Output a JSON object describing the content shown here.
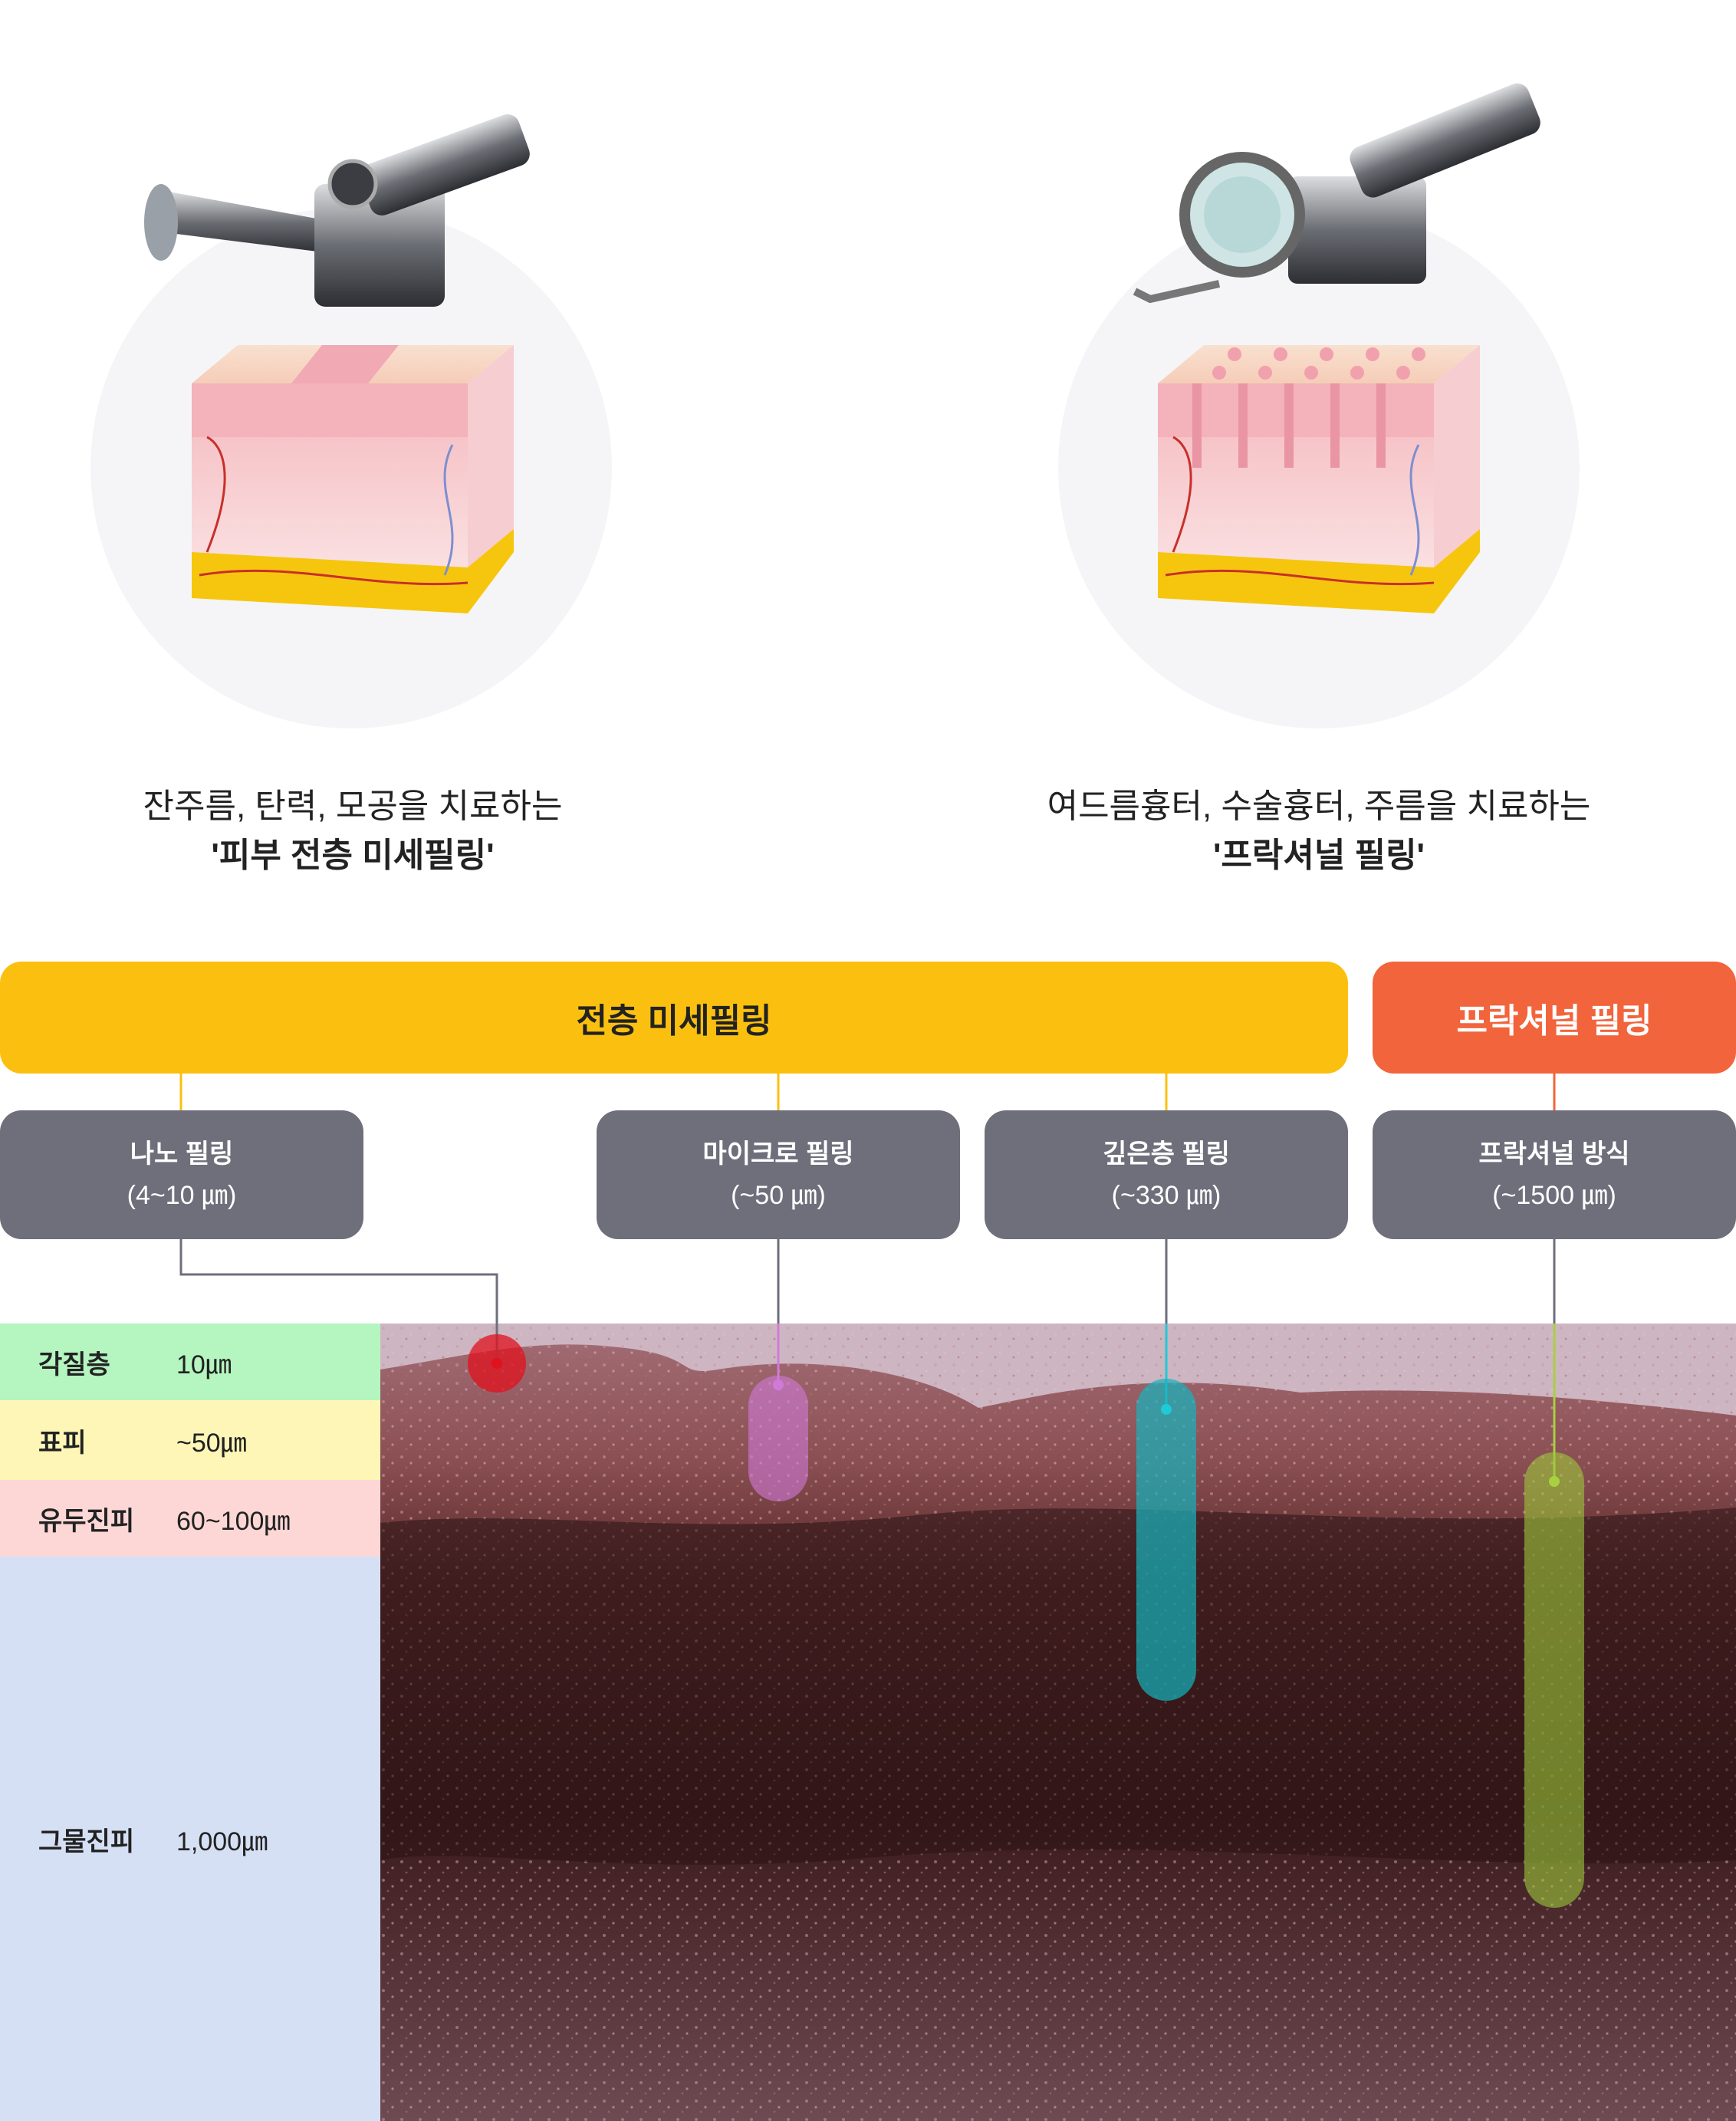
{
  "illustrations": [
    {
      "device_icon": "handpiece-icon",
      "skin_icon": "skin-block-icon"
    },
    {
      "device_icon": "fractional-handpiece-icon",
      "skin_icon": "skin-block-holes-icon"
    }
  ],
  "captions": [
    {
      "line1": "잔주름, 탄력, 모공을 치료하는",
      "line2": "'피부 전층 미세필링'"
    },
    {
      "line1": "여드름흉터, 수술흉터, 주름을 치료하는",
      "line2": "'프락셔널 필링'"
    }
  ],
  "categories": {
    "full": {
      "label": "전층 미세필링",
      "color": "#fbc00f"
    },
    "fractional": {
      "label": "프락셔널 필링",
      "color": "#f2643b"
    }
  },
  "methods": [
    {
      "name": "나노 필링",
      "depth": "(4~10 ㎛)",
      "marker_color": "#e0121e"
    },
    {
      "name": "마이크로 필링",
      "depth": "(~50 ㎛)",
      "marker_color": "#d07ad8"
    },
    {
      "name": "깊은층 필링",
      "depth": "(~330 ㎛)",
      "marker_color": "#1ecad6"
    },
    {
      "name": "프락셔널 방식",
      "depth": "(~1500 ㎛)",
      "marker_color": "#a8d040"
    }
  ],
  "layers": [
    {
      "name": "각질층",
      "depth": "10㎛",
      "color": "#b4f5c0"
    },
    {
      "name": "표피",
      "depth": "~50㎛",
      "color": "#fdf6b7"
    },
    {
      "name": "유두진피",
      "depth": "60~100㎛",
      "color": "#fcd7d6"
    },
    {
      "name": "그물진피",
      "depth": "1,000㎛",
      "color": "#d5e0f5"
    }
  ],
  "histology_icon": "skin-cross-section-image"
}
